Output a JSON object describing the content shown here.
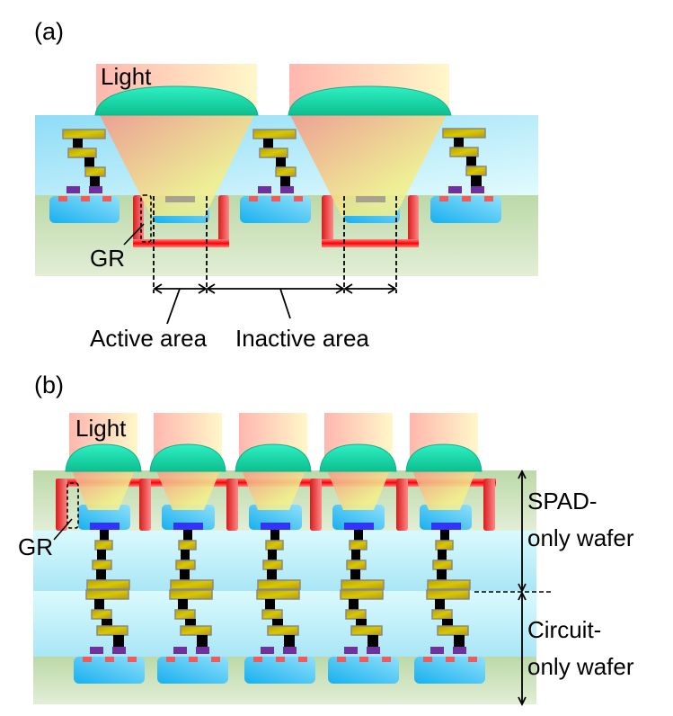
{
  "panel_a": {
    "label": "(a)",
    "light_label": "Light",
    "gr_label": "GR",
    "active_area_label": "Active area",
    "inactive_area_label": "Inactive area"
  },
  "panel_b": {
    "label": "(b)",
    "light_label": "Light",
    "gr_label": "GR",
    "spad_wafer_label_line1": "SPAD-",
    "spad_wafer_label_line2": "only wafer",
    "circuit_wafer_label_line1": "Circuit-",
    "circuit_wafer_label_line2": "only wafer"
  },
  "colors": {
    "microlens": "#1ad9a8",
    "guard_ring": "#ee3333",
    "metal": "#c8b400",
    "via": "#000000",
    "gate": "#7030a0",
    "diffusion": "#4fc3f7",
    "contact": "#3333ff",
    "substrate": "#d5e6c8",
    "oxide": "#c9f0fb"
  }
}
